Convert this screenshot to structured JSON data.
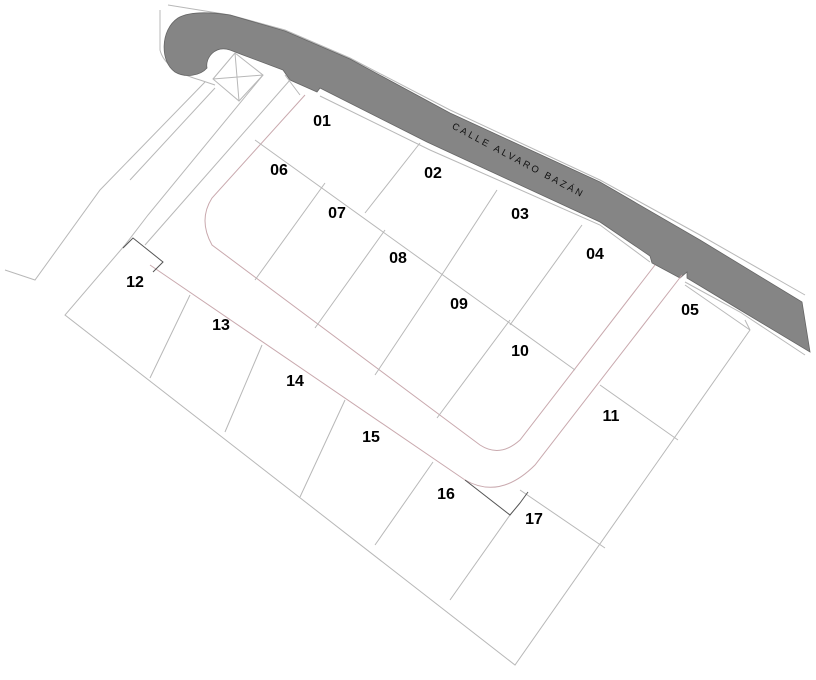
{
  "street": {
    "name": "CALLE ALVARO BAZÁN",
    "fill_color": "#858585"
  },
  "parcels": [
    "01",
    "02",
    "03",
    "04",
    "05",
    "06",
    "07",
    "08",
    "09",
    "10",
    "11",
    "12",
    "13",
    "14",
    "15",
    "16",
    "17"
  ]
}
